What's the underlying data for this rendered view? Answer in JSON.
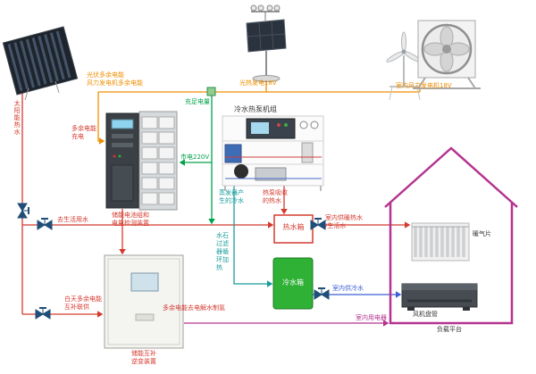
{
  "diagram": {
    "background": "#ffffff",
    "colors": {
      "hot_water_line": "#d43a2f",
      "cold_water_line": "#3b5fd8",
      "chilled_water_line": "#1a9c9c",
      "power_line_orange": "#ef8e00",
      "power_line_green": "#00a34a",
      "power_line_magenta": "#b5338f",
      "house_outline": "#b5338f",
      "cold_tank_fill": "#2eb135",
      "valve_color": "#1f4e79"
    },
    "labels": {
      "solar_hot_water": "太阳能热水",
      "pv_surplus_power": "光伏多余电能",
      "wind_surplus_power": "风力发电机多余电能",
      "solar_thermal_gen": "光热发电18V",
      "indoor_wind_gen": "室内风力发电机18V",
      "sufficient_power": "充足电量",
      "surplus_charging": [
        "多余电能",
        "充电"
      ],
      "battery_caption": [
        "储能电池组和",
        "电量检测装置"
      ],
      "mains_220v": "市电220V",
      "heat_pump_title": "冷水热泵机组",
      "evaporator_chilled": [
        "蒸发器产",
        "生的冷水"
      ],
      "heat_pump_hot": [
        "热泵吸收",
        "的热水"
      ],
      "to_domestic_water": "去生活用水",
      "hot_tank": "热水箱",
      "heating_water": [
        "室内供暖热水",
        "/生活水"
      ],
      "radiator": "暖气片",
      "filter_circulation": "水石过滤器循环加热",
      "cold_tank": "冷水箱",
      "indoor_chilled_water": "室内供冷水",
      "indoor_appliances": "室内用电器",
      "fan_coil": "风机盘管",
      "load_platform": "负载平台",
      "daytime_surplus": [
        "白天多余电能",
        "互补联供"
      ],
      "inverter_caption": [
        "储能互补",
        "逆变装置"
      ],
      "surplus_to_hydrogen": "多余电能去电解水制氢"
    }
  }
}
